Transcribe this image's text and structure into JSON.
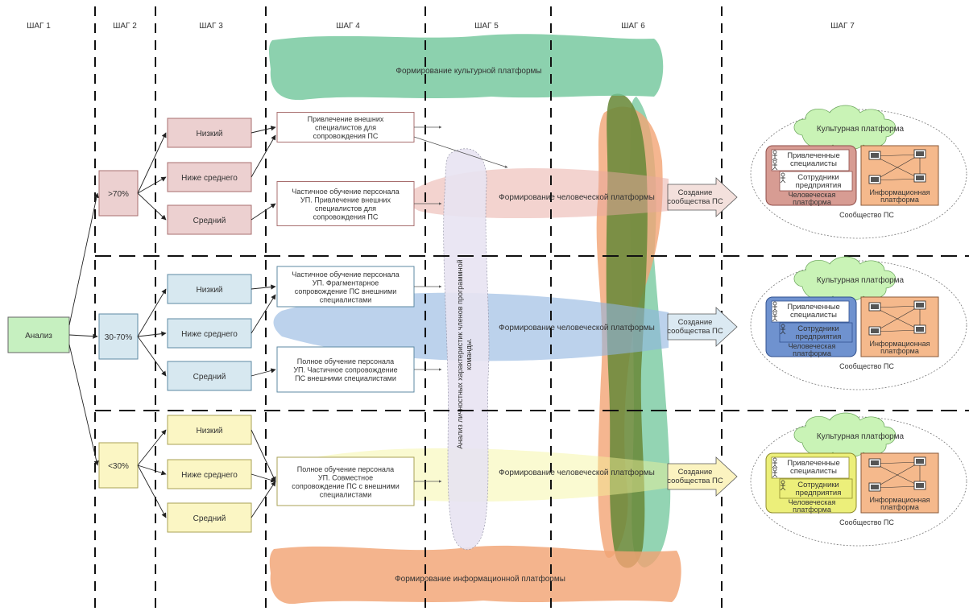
{
  "steps": [
    "ШАГ 1",
    "ШАГ 2",
    "ШАГ 3",
    "ШАГ 4",
    "ШАГ 5",
    "ШАГ 6",
    "ШАГ 7"
  ],
  "analysis": "Анализ",
  "rows": [
    {
      "percent": ">70%",
      "fill": "#ecd0d0",
      "stroke": "#a86f6f",
      "levels": [
        "Низкий",
        "Ниже среднего",
        "Средний"
      ],
      "step4": [
        [
          "Привлечение внешних",
          "специалистов для",
          "сопровождения ПС"
        ],
        [
          "Частичное обучение персонала",
          "УП. Привлечение внешних",
          "специалистов для",
          "сопровождения ПС"
        ]
      ],
      "human_platform": "Формирование человеческой платформы",
      "create_community": [
        "Создание",
        "сообщества ПС"
      ],
      "arrow_fill": "#f3e0dc",
      "platform_fill": "#d79c93",
      "platform_stroke": "#8f4d49",
      "lens_fill": "#e7a8a0",
      "community": {
        "culture": "Культурная платформа",
        "attracted": [
          "Привлеченные",
          "специалисты"
        ],
        "employees": [
          "Сотрудники",
          "предприятия"
        ],
        "human": [
          "Человеческая",
          "платформа"
        ],
        "info": [
          "Информационная",
          "платформа"
        ],
        "label": "Сообщество ПС"
      }
    },
    {
      "percent": "30-70%",
      "fill": "#d7e8f0",
      "stroke": "#5e8aa3",
      "levels": [
        "Низкий",
        "Ниже среднего",
        "Средний"
      ],
      "step4": [
        [
          "Частичное обучение персонала",
          "УП. Фрагментарное",
          "сопровождение ПС внешними",
          "специалистами"
        ],
        [
          "Полное обучение персонала",
          "УП. Частичное сопровождение",
          "ПС внешними  специалистами"
        ]
      ],
      "human_platform": "Формирование человеческой платформы",
      "create_community": [
        "Создание",
        "сообщества ПС"
      ],
      "arrow_fill": "#dbe9f2",
      "platform_fill": "#6f92cf",
      "platform_stroke": "#31518f",
      "lens_fill": "#8fb4e0",
      "community": {
        "culture": "Культурная платформа",
        "attracted": [
          "Привлеченные",
          "специалисты"
        ],
        "employees": [
          "Сотрудники",
          "предприятия"
        ],
        "human": [
          "Человеческая",
          "платформа"
        ],
        "info": [
          "Информационная",
          "платформа"
        ],
        "label": "Сообщество ПС"
      }
    },
    {
      "percent": "<30%",
      "fill": "#fbf6c4",
      "stroke": "#a9a256",
      "levels": [
        "Низкий",
        "Ниже среднего",
        "Средний"
      ],
      "step4": [
        [
          "Полное обучение персонала",
          "УП. Совместное",
          "сопровождение ПС с внешними",
          "специалистами"
        ]
      ],
      "human_platform": "Формирование человеческой платформы",
      "create_community": [
        "Создание",
        "сообщества ПС"
      ],
      "arrow_fill": "#fbf3c0",
      "platform_fill": "#ecef7a",
      "platform_stroke": "#8e8b2c",
      "lens_fill": "#f3f39a",
      "community": {
        "culture": "Культурная платформа",
        "attracted": [
          "Привлеченные",
          "специалисты"
        ],
        "employees": [
          "Сотрудники",
          "предприятия"
        ],
        "human": [
          "Человеческая",
          "платформа"
        ],
        "info": [
          "Информационная",
          "платформа"
        ],
        "label": "Сообщество ПС"
      }
    }
  ],
  "culture_band": "Формирование культурной платформы",
  "info_band": "Формирование информационной платформы",
  "step5_vertical": [
    "Анализ личностных характеристик членов программной",
    "команды."
  ],
  "colors": {
    "analysis_fill": "#c6f0c0",
    "culture_band": "#6fc59a",
    "info_band": "#f2a474",
    "step6_green": "#6a8a3a",
    "step5_lavender": "#e8e4f2",
    "cloud_fill": "#c9f3b6",
    "info_platform": "#f5b98c",
    "dashed": "#111111"
  }
}
